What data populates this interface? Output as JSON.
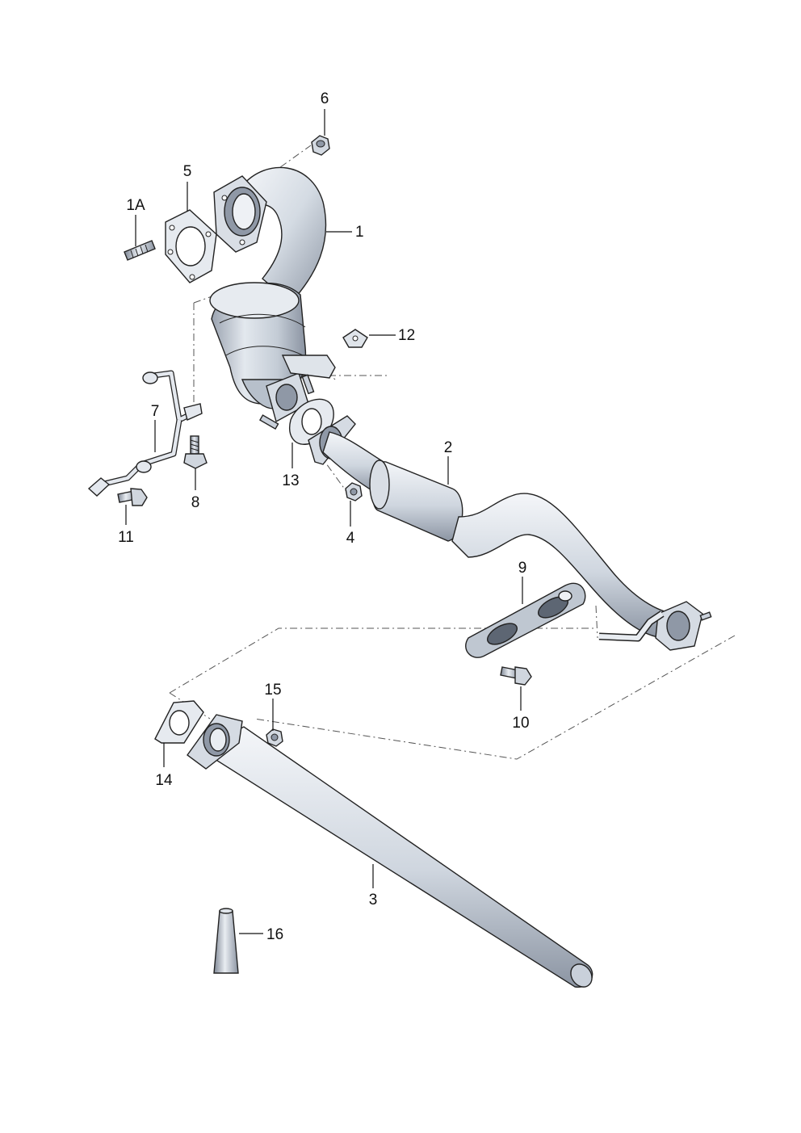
{
  "diagram": {
    "labels": {
      "p1": "1",
      "p1a": "1A",
      "p2": "2",
      "p3": "3",
      "p4": "4",
      "p5": "5",
      "p6": "6",
      "p7": "7",
      "p8": "8",
      "p9": "9",
      "p10": "10",
      "p11": "11",
      "p12": "12",
      "p13": "13",
      "p14": "14",
      "p15": "15",
      "p16": "16"
    },
    "colors": {
      "metal_light": "#eef1f5",
      "metal_mid": "#c9d0da",
      "metal_dark": "#8a93a1",
      "outline": "#222222"
    }
  }
}
